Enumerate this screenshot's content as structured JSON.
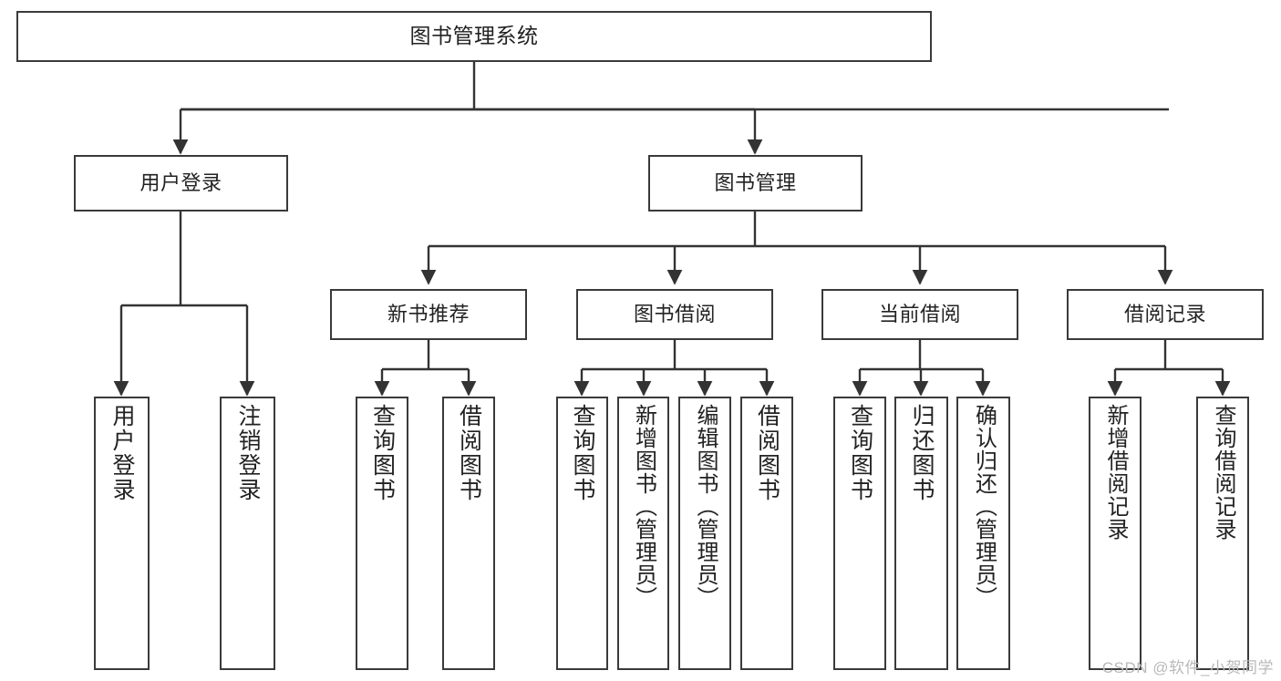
{
  "diagram": {
    "title": "图书管理系统",
    "type": "tree",
    "watermark": "CSDN @软件_小贺同学",
    "colors": {
      "box_border": "#3a3a3a",
      "box_fill": "#ffffff",
      "connector": "#333333",
      "text": "#222222",
      "watermark": "#b9b9b9"
    },
    "nodes": {
      "root": {
        "label": "图书管理系统"
      },
      "level1": [
        {
          "label": "用户登录"
        },
        {
          "label": "图书管理"
        }
      ],
      "level2": [
        {
          "label": "新书推荐"
        },
        {
          "label": "图书借阅"
        },
        {
          "label": "当前借阅"
        },
        {
          "label": "借阅记录"
        }
      ],
      "leaves": {
        "user_login": [
          {
            "label": "用户登录"
          },
          {
            "label": "注销登录"
          }
        ],
        "new_book_recommend": [
          {
            "label": "查询图书"
          },
          {
            "label": "借阅图书"
          }
        ],
        "book_borrow": [
          {
            "label": "查询图书"
          },
          {
            "label": "新增图书（管理员）"
          },
          {
            "label": "编辑图书（管理员）"
          },
          {
            "label": "借阅图书"
          }
        ],
        "current_borrow": [
          {
            "label": "查询图书"
          },
          {
            "label": "归还图书"
          },
          {
            "label": "确认归还（管理员）"
          }
        ],
        "borrow_record": [
          {
            "label": "新增借阅记录"
          },
          {
            "label": "查询借阅记录"
          }
        ]
      }
    }
  }
}
